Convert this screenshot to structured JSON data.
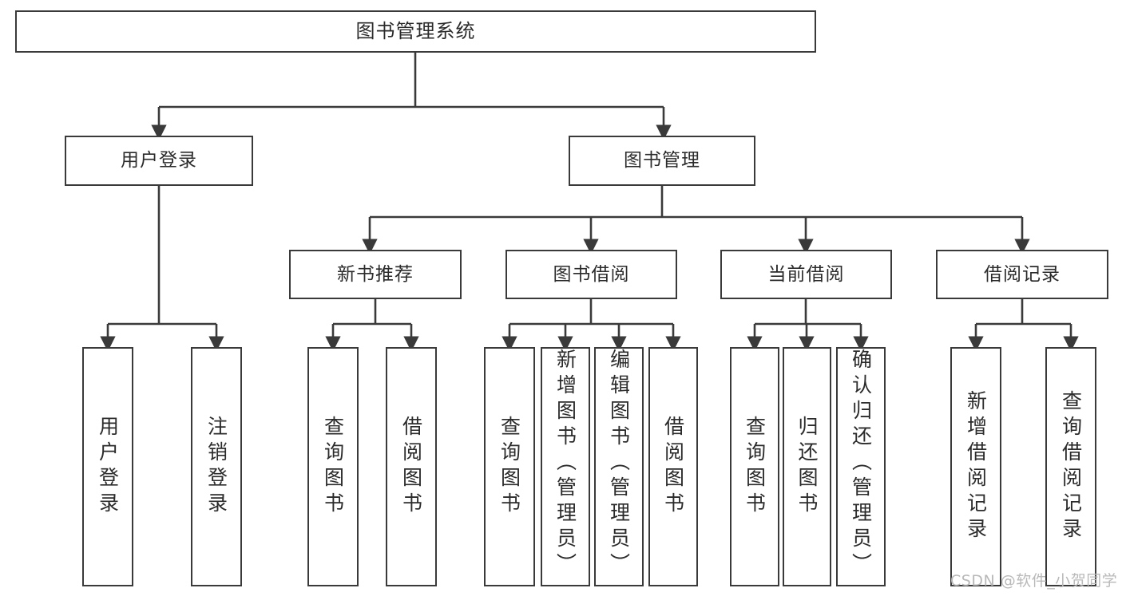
{
  "diagram": {
    "title": "图书管理系统",
    "type": "tree-hierarchy",
    "root": {
      "label": "图书管理系统"
    },
    "level2": [
      {
        "label": "用户登录"
      },
      {
        "label": "图书管理"
      }
    ],
    "level3": [
      {
        "label": "新书推荐"
      },
      {
        "label": "图书借阅"
      },
      {
        "label": "当前借阅"
      },
      {
        "label": "借阅记录"
      }
    ],
    "leaves": {
      "user_login": [
        {
          "label": "用户登录"
        },
        {
          "label": "注销登录"
        }
      ],
      "new_book_recommend": [
        {
          "label": "查询图书"
        },
        {
          "label": "借阅图书"
        }
      ],
      "book_borrow": [
        {
          "label": "查询图书"
        },
        {
          "label": "新增图书（管理员）"
        },
        {
          "label": "编辑图书（管理员）"
        },
        {
          "label": "借阅图书"
        }
      ],
      "current_borrow": [
        {
          "label": "查询图书"
        },
        {
          "label": "归还图书"
        },
        {
          "label": "确认归还（管理员）"
        }
      ],
      "borrow_record": [
        {
          "label": "新增借阅记录"
        },
        {
          "label": "查询借阅记录"
        }
      ]
    }
  },
  "watermark": {
    "text": "CSDN @软件_小贺同学"
  },
  "colors": {
    "stroke": "#3a3a3a",
    "background": "#ffffff",
    "text": "#2b2b2b",
    "watermark": "#b9b9b9"
  }
}
